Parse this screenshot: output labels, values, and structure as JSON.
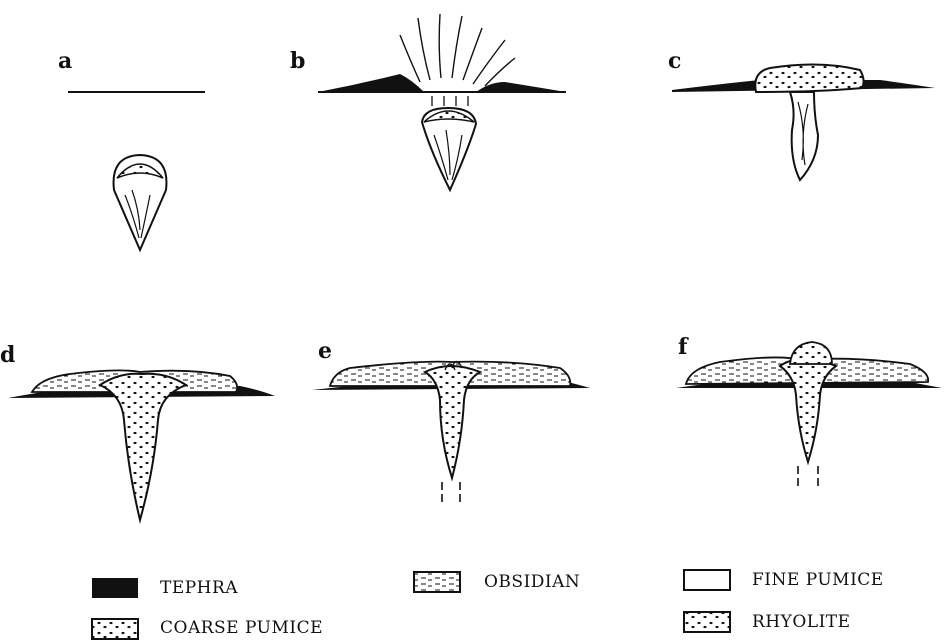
{
  "panels": [
    {
      "id": "a",
      "label": "a"
    },
    {
      "id": "b",
      "label": "b"
    },
    {
      "id": "c",
      "label": "c"
    },
    {
      "id": "d",
      "label": "d"
    },
    {
      "id": "e",
      "label": "e"
    },
    {
      "id": "f",
      "label": "f"
    }
  ],
  "legend": {
    "tephra": "TEPHRA",
    "coarse_pumice": "COARSE PUMICE",
    "obsidian": "OBSIDIAN",
    "fine_pumice": "FINE PUMICE",
    "rhyolite": "RHYOLITE"
  }
}
